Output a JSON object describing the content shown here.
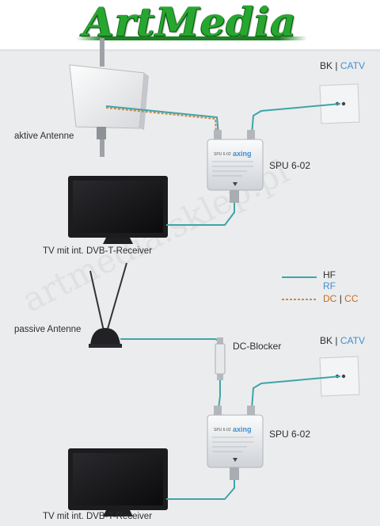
{
  "logo": {
    "text": "ArtMedia"
  },
  "watermark": "artmedia.sklep.pl",
  "colors": {
    "hf_cable": "#3fa5a8",
    "dc_cable": "#c98a4a",
    "brand_green": "#27a72f"
  },
  "diagram": {
    "top": {
      "antenna_label": "aktive Antenne",
      "tv_label": "TV mit int. DVB-T-Receiver",
      "splitter_label": "SPU 6-02",
      "wall_socket_label": {
        "bk": "BK",
        "sep": "|",
        "catv": "CATV"
      }
    },
    "bottom": {
      "antenna_label": "passive Antenne",
      "dc_blocker_label": "DC-Blocker",
      "tv_label": "TV mit int. DVB-T-Receiver",
      "splitter_label": "SPU 6-02",
      "wall_socket_label": {
        "bk": "BK",
        "sep": "|",
        "catv": "CATV"
      }
    },
    "splitter_device": {
      "brand": "axing",
      "model_tag": "SPU 6-02"
    },
    "legend": [
      {
        "label": "HF",
        "line": "hf"
      },
      {
        "label": "RF",
        "line": "none"
      },
      {
        "label_dc": "DC",
        "sep": "|",
        "label_cc": "CC",
        "line": "dc"
      }
    ]
  }
}
